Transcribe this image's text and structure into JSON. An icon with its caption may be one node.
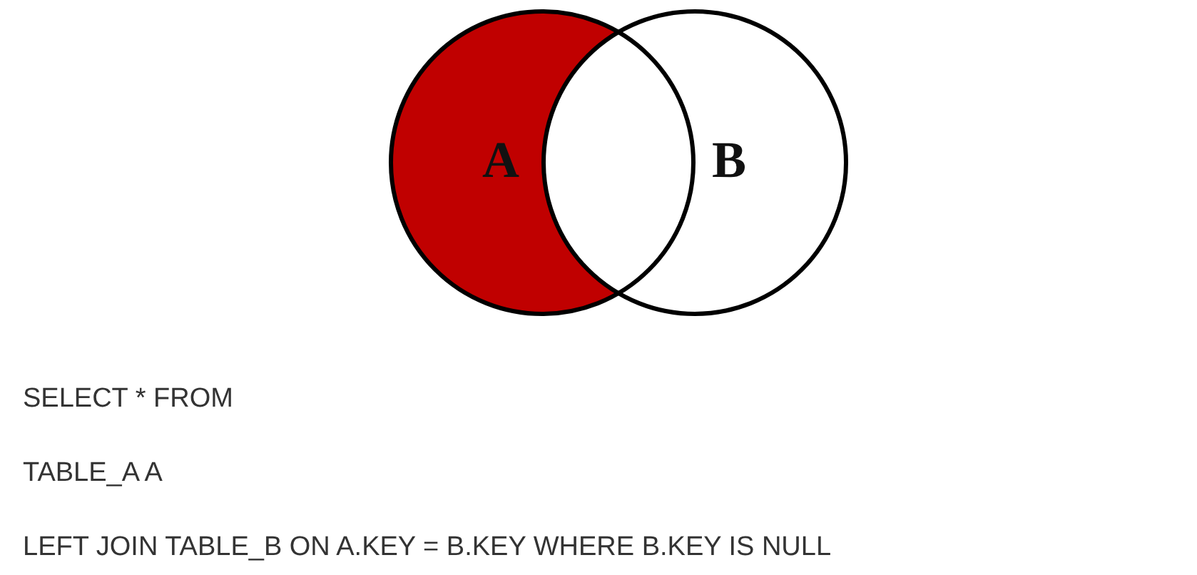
{
  "diagram": {
    "nodes": [
      {
        "text": [
          "A"
        ]
      },
      {
        "text": [
          "B"
        ]
      }
    ],
    "labels": [
      "SELECT * FROM",
      "TABLE_A A",
      "LEFT JOIN TABLE_B ON A.KEY = B.KEY WHERE B.KEY IS NULL"
    ]
  }
}
